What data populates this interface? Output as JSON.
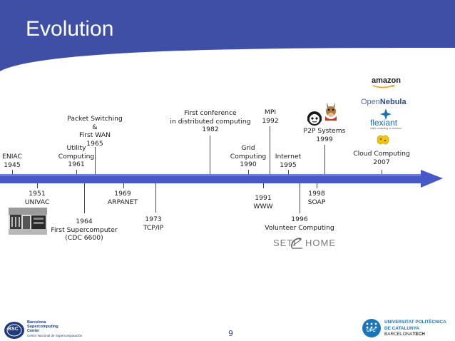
{
  "slide": {
    "title": "Evolution",
    "page_number": "9"
  },
  "events": {
    "eniac": {
      "name": "ENIAC",
      "year": "1945"
    },
    "utility": {
      "name1": "Utility",
      "name2": "Computing",
      "year": "1961"
    },
    "packet": {
      "l1": "Packet Switching",
      "l2": "&",
      "l3": "First WAN",
      "year": "1965"
    },
    "conference": {
      "l1": "First conference",
      "l2": "in distributed computing",
      "year": "1982"
    },
    "mpi": {
      "name": "MPI",
      "year": "1992"
    },
    "grid": {
      "name1": "Grid",
      "name2": "Computing",
      "year": "1990"
    },
    "internet": {
      "name": "Internet",
      "year": "1995"
    },
    "p2p": {
      "name": "P2P Systems",
      "year": "1999"
    },
    "cloud": {
      "name": "Cloud Computing",
      "year": "2007"
    },
    "univac": {
      "year": "1951",
      "name": "UNIVAC"
    },
    "arpanet": {
      "year": "1969",
      "name": "ARPANET"
    },
    "supercomputer": {
      "year": "1964",
      "name": "First Supercomputer",
      "model": "(CDC 6600)"
    },
    "tcpip": {
      "year": "1973",
      "name": "TCP/IP"
    },
    "www": {
      "year": "1991",
      "name": "WWW"
    },
    "soap": {
      "year": "1998",
      "name": "SOAP"
    },
    "volunteer": {
      "year": "1996",
      "name": "Volunteer Computing"
    }
  },
  "logos": {
    "amazon": "amazon",
    "opennebula_open": "Open",
    "opennebula_nebula": "Nebula",
    "flexiant": "flexiant",
    "flexiant_tag": "utility computing on demand",
    "seti_left": "SETI",
    "seti_right": "HOME",
    "bsc_mark": "BSC",
    "bsc_l1": "Barcelona",
    "bsc_l2": "Supercomputing",
    "bsc_l3": "Center",
    "bsc_l4": "Centro Nacional de Supercomputación",
    "upc_l1": "UNIVERSITAT POLITÈCNICA",
    "upc_l2": "DE CATALUNYA",
    "upc_l3a": "BARCELONA",
    "upc_l3b": "TECH",
    "upc_mark": "UPC"
  },
  "colors": {
    "header": "#3f4fa6",
    "arrow": "#4759c8",
    "upc_blue": "#1b75bc"
  }
}
